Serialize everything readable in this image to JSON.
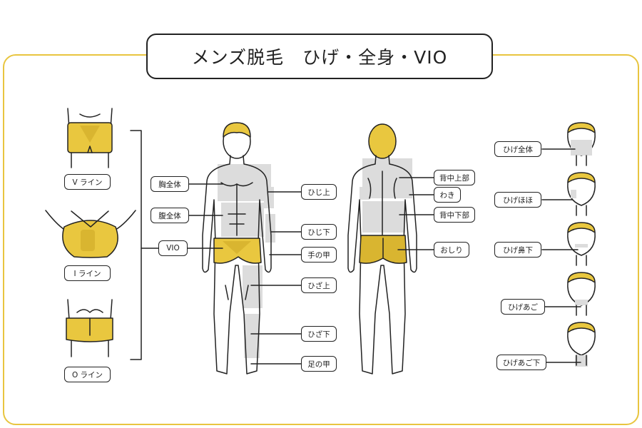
{
  "title": "メンズ脱毛　ひげ・全身・VIO",
  "colors": {
    "frame": "#e8c53f",
    "highlight": "#e9c73f",
    "shade": "#dcdcdc",
    "line": "#222222"
  },
  "vio": {
    "group_label": "VIO",
    "lines": [
      "V ライン",
      "I ライン",
      "O ライン"
    ]
  },
  "front": [
    "胸全体",
    "腹全体",
    "ひじ上",
    "ひじ下",
    "手の甲",
    "ひざ上",
    "ひざ下",
    "足の甲"
  ],
  "back": [
    "背中上部",
    "わき",
    "背中下部",
    "おしり"
  ],
  "beard": [
    "ひげ全体",
    "ひげほほ",
    "ひげ鼻下",
    "ひげあご",
    "ひげあご下"
  ]
}
